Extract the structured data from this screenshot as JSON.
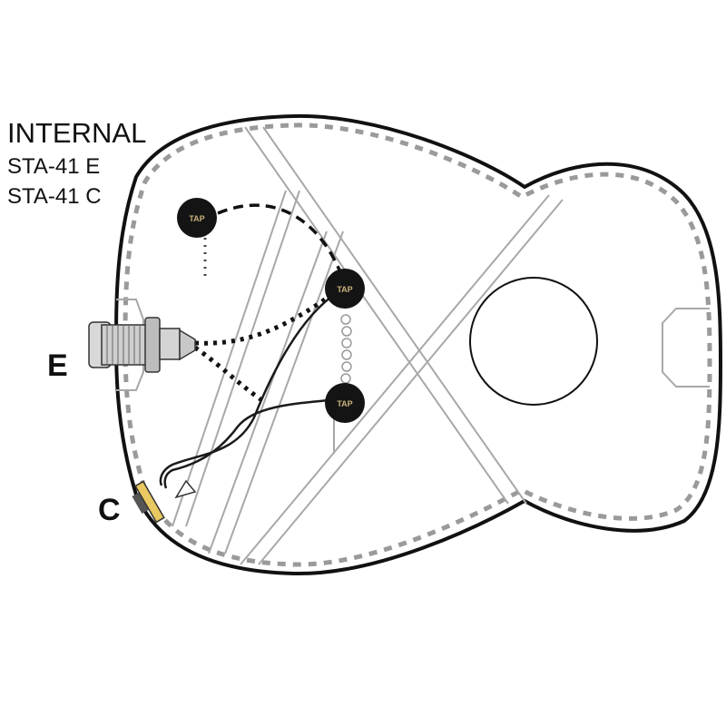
{
  "heading": {
    "title": "INTERNAL",
    "line1": "STA-41 E",
    "line2": "STA-41 C"
  },
  "labels": {
    "endpin": "E",
    "clip": "C"
  },
  "badge": {
    "text": "TAP"
  },
  "colors": {
    "outline": "#111111",
    "binding_dash": "#9a9a9a",
    "bracing": "#a8a8a8",
    "wire": "#1a1a1a",
    "badge_fill": "#141414",
    "badge_text": "#c9b27a"
  },
  "icons": [
    "guitar-body-outline",
    "soundhole",
    "endpin-jack-icon",
    "tap-sensor-icon",
    "clip-connector-icon"
  ]
}
